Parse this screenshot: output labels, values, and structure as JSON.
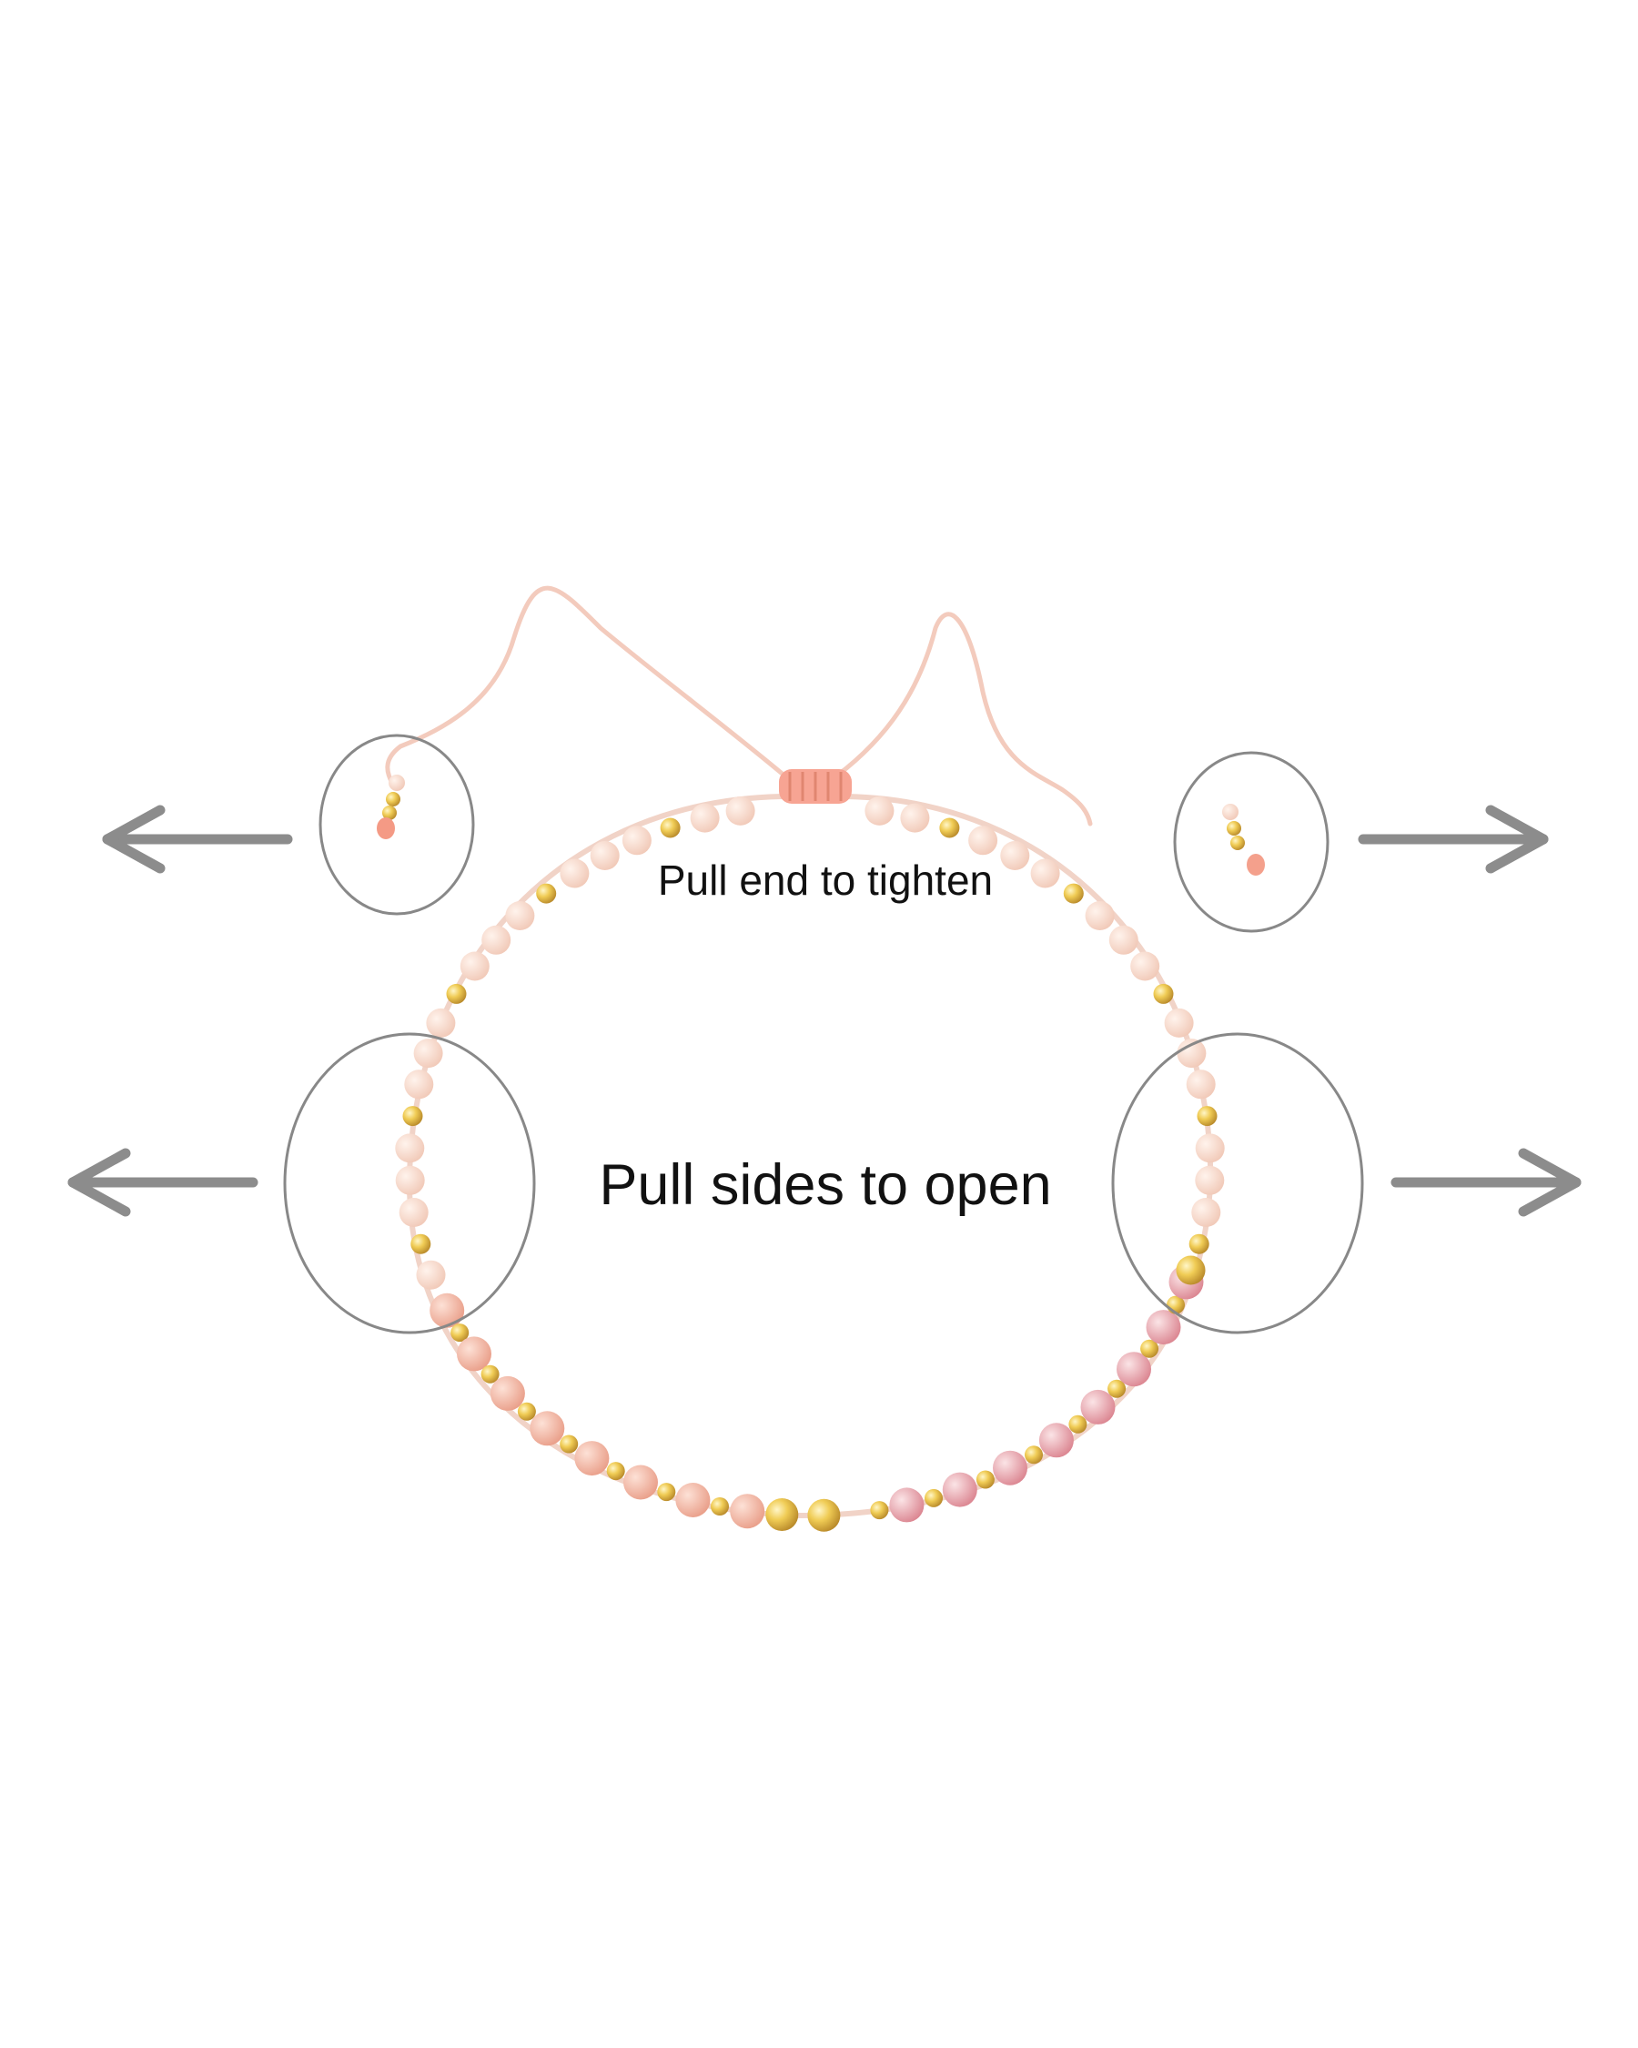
{
  "labels": {
    "tighten": "Pull end to tighten",
    "open": "Pull sides to open"
  },
  "icons": {
    "left_arrow": "arrow-left-icon",
    "right_arrow": "arrow-right-icon",
    "highlight": "circle-highlight"
  },
  "colors": {
    "background": "#ffffff",
    "arrow": "#8c8c8c",
    "circle": "#888888",
    "cord": "#f5cfc4",
    "knot": "#f7a493",
    "seed_bead": "#f8d7c9",
    "gold_bead": "#e8c04e",
    "peach_stone": "#f2a996",
    "pink_stone": "#e9a3aa",
    "text": "#111111"
  }
}
